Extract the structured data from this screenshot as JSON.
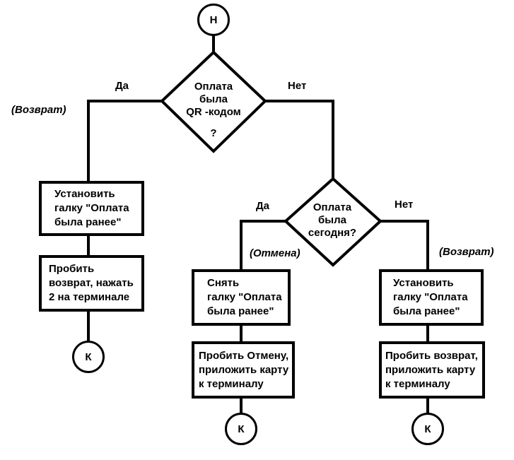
{
  "start": "Н",
  "end": "К",
  "decision1": {
    "text": "Оплата\nбыла\nQR -кодом",
    "mark": "?"
  },
  "decision2": {
    "text": "Оплата\nбыла\nсегодня?"
  },
  "labels": {
    "yes1": "Да",
    "no1": "Нет",
    "yes2": "Да",
    "no2": "Нет",
    "return_left": "(Возврат)",
    "cancel": "(Отмена)",
    "return_right": "(Возврат)"
  },
  "left": {
    "step1": "Установить\nгалку \"Оплата\nбыла ранее\"",
    "step2": "Пробить\nвозврат, нажать\n2 на терминале"
  },
  "middle": {
    "step1": "Снять\nгалку \"Оплата\nбыла ранее\"",
    "step2": "Пробить Отмену,\nприложить карту\nк терминалу"
  },
  "right": {
    "step1": "Установить\nгалку \"Оплата\nбыла ранее\"",
    "step2": "Пробить возврат,\nприложить карту\nк терминалу"
  }
}
